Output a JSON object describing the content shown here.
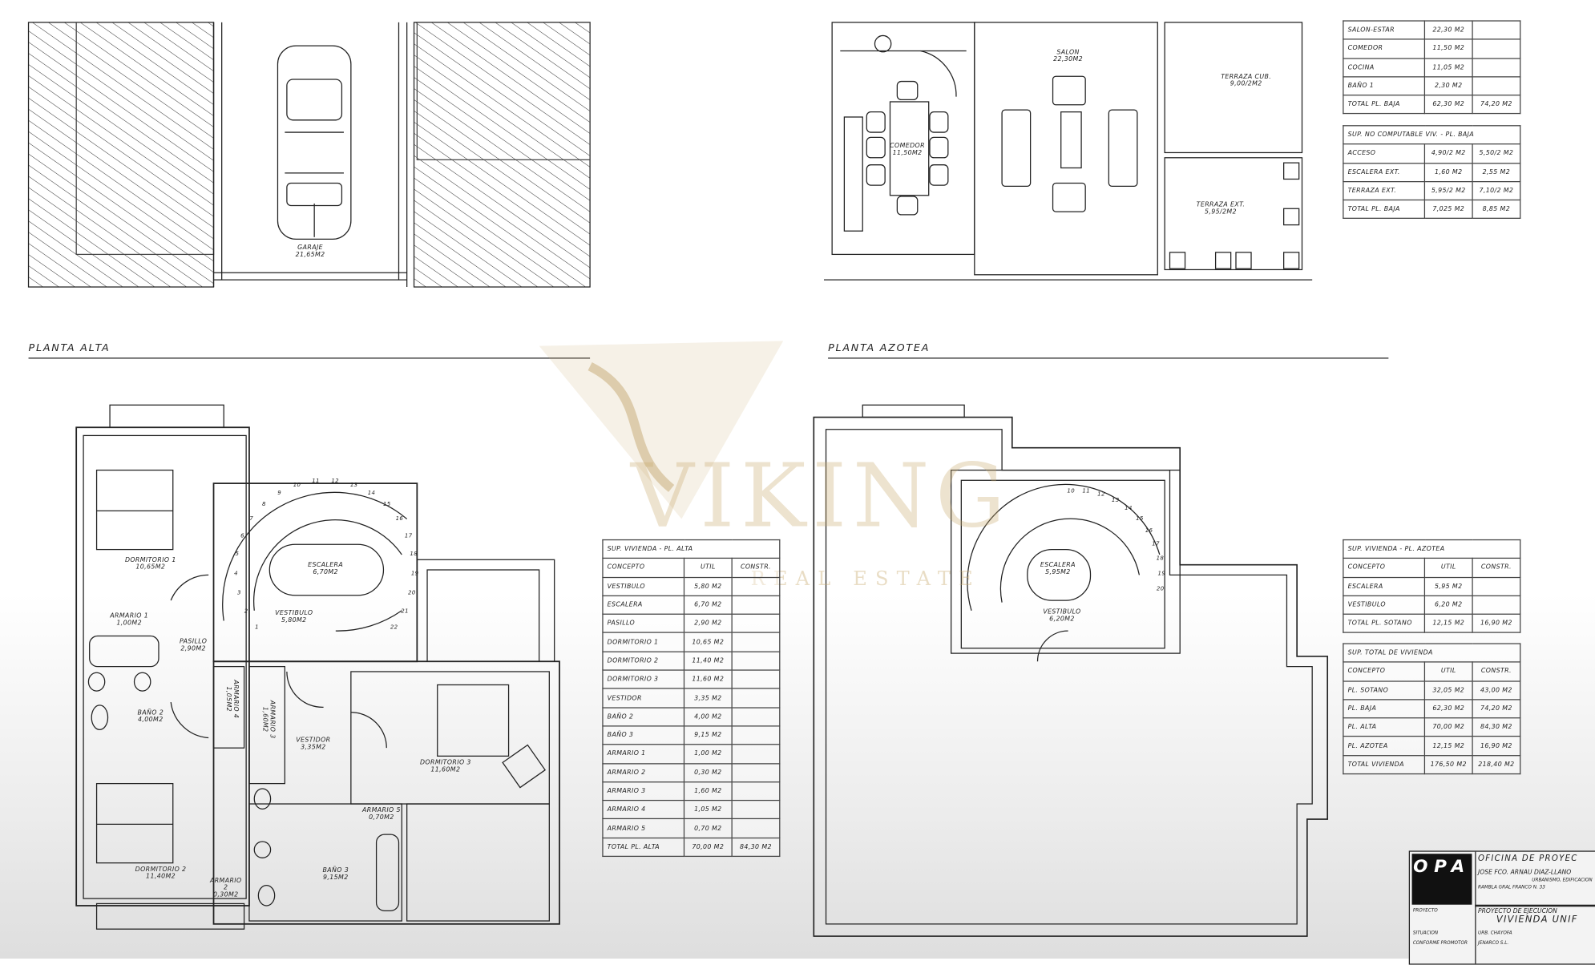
{
  "watermark": {
    "brand": "VIKING",
    "tagline": "REAL ESTATE"
  },
  "section_titles": {
    "planta_alta": "PLANTA ALTA",
    "planta_azotea": "PLANTA AZOTEA"
  },
  "rooms": {
    "garaje": [
      "GARAJE",
      "21,65M2"
    ],
    "salon": [
      "SALON",
      "22,30M2"
    ],
    "comedor": [
      "COMEDOR",
      "11,50M2"
    ],
    "terraza_cub": [
      "TERRAZA CUB.",
      "9,00/2M2"
    ],
    "terraza_ext": [
      "TERRAZA EXT.",
      "5,95/2M2"
    ],
    "dormitorio1": [
      "DORMITORIO 1",
      "10,65M2"
    ],
    "armario1": [
      "ARMARIO 1",
      "1,00M2"
    ],
    "pasillo": [
      "PASILLO",
      "2,90M2"
    ],
    "bano2": [
      "BAÑO 2",
      "4,00M2"
    ],
    "armario4": [
      "ARMARIO 4",
      "1,05M2"
    ],
    "armario3": [
      "ARMARIO 3",
      "1,60M2"
    ],
    "escalera_alta": [
      "ESCALERA",
      "6,70M2"
    ],
    "vestibulo_alta": [
      "VESTIBULO",
      "5,80M2"
    ],
    "vestidor": [
      "VESTIDOR",
      "3,35M2"
    ],
    "dormitorio3": [
      "DORMITORIO 3",
      "11,60M2"
    ],
    "armario5": [
      "ARMARIO 5",
      "0,70M2"
    ],
    "dormitorio2": [
      "DORMITORIO 2",
      "11,40M2"
    ],
    "armario2": [
      "ARMARIO",
      "2",
      "0,30M2"
    ],
    "bano3": [
      "BAÑO 3",
      "9,15M2"
    ],
    "escalera_azotea": [
      "ESCALERA",
      "5,95M2"
    ],
    "vestibulo_azotea": [
      "VESTIBULO",
      "6,20M2"
    ]
  },
  "stair_numbers_alta": [
    "1",
    "2",
    "3",
    "4",
    "5",
    "6",
    "7",
    "8",
    "9",
    "10",
    "11",
    "12",
    "13",
    "14",
    "15",
    "16",
    "17",
    "18",
    "19",
    "20",
    "21",
    "22"
  ],
  "stair_numbers_azotea": [
    "10",
    "11",
    "12",
    "13",
    "14",
    "15",
    "16",
    "17",
    "18",
    "19",
    "20"
  ],
  "tables": {
    "baja": {
      "rows": [
        [
          "SALON-ESTAR",
          "22,30 M2",
          ""
        ],
        [
          "COMEDOR",
          "11,50 M2",
          ""
        ],
        [
          "COCINA",
          "11,05 M2",
          ""
        ],
        [
          "BAÑO 1",
          "2,30 M2",
          ""
        ],
        [
          "TOTAL PL. BAJA",
          "62,30 M2",
          "74,20 M2"
        ]
      ]
    },
    "no_computable": {
      "title": "SUP. NO COMPUTABLE VIV. -  PL. BAJA",
      "rows": [
        [
          "ACCESO",
          "4,90/2 M2",
          "5,50/2 M2"
        ],
        [
          "ESCALERA EXT.",
          "1,60 M2",
          "2,55 M2"
        ],
        [
          "TERRAZA EXT.",
          "5,95/2 M2",
          "7,10/2 M2"
        ],
        [
          "TOTAL PL. BAJA",
          "7,025 M2",
          "8,85 M2"
        ]
      ]
    },
    "alta": {
      "title": "SUP. VIVIENDA -  PL. ALTA",
      "header": [
        "CONCEPTO",
        "UTIL",
        "CONSTR."
      ],
      "rows": [
        [
          "VESTIBULO",
          "5,80 M2",
          ""
        ],
        [
          "ESCALERA",
          "6,70 M2",
          ""
        ],
        [
          "PASILLO",
          "2,90 M2",
          ""
        ],
        [
          "DORMITORIO 1",
          "10,65 M2",
          ""
        ],
        [
          "DORMITORIO 2",
          "11,40 M2",
          ""
        ],
        [
          "DORMITORIO 3",
          "11,60 M2",
          ""
        ],
        [
          "VESTIDOR",
          "3,35 M2",
          ""
        ],
        [
          "BAÑO 2",
          "4,00 M2",
          ""
        ],
        [
          "BAÑO 3",
          "9,15 M2",
          ""
        ],
        [
          "ARMARIO 1",
          "1,00 M2",
          ""
        ],
        [
          "ARMARIO 2",
          "0,30 M2",
          ""
        ],
        [
          "ARMARIO 3",
          "1,60 M2",
          ""
        ],
        [
          "ARMARIO 4",
          "1,05 M2",
          ""
        ],
        [
          "ARMARIO 5",
          "0,70 M2",
          ""
        ],
        [
          "TOTAL PL. ALTA",
          "70,00 M2",
          "84,30 M2"
        ]
      ]
    },
    "azotea": {
      "title": "SUP. VIVIENDA -  PL. AZOTEA",
      "header": [
        "CONCEPTO",
        "UTIL",
        "CONSTR."
      ],
      "rows": [
        [
          "ESCALERA",
          "5,95 M2",
          ""
        ],
        [
          "VESTIBULO",
          "6,20 M2",
          ""
        ],
        [
          "TOTAL PL. SOTANO",
          "12,15 M2",
          "16,90 M2"
        ]
      ]
    },
    "total": {
      "title": "SUP. TOTAL DE VIVIENDA",
      "header": [
        "CONCEPTO",
        "UTIL",
        "CONSTR."
      ],
      "rows": [
        [
          "PL. SOTANO",
          "32,05 M2",
          "43,00 M2"
        ],
        [
          "PL. BAJA",
          "62,30 M2",
          "74,20 M2"
        ],
        [
          "PL. ALTA",
          "70,00 M2",
          "84,30 M2"
        ],
        [
          "PL. AZOTEA",
          "12,15 M2",
          "16,90 M2"
        ],
        [
          "TOTAL VIVIENDA",
          "176,50 M2",
          "218,40 M2"
        ]
      ]
    }
  },
  "title_block": {
    "logo": "OPA",
    "office": "OFICINA DE PROYEC",
    "architect": "JOSE FCO. ARNAU DIAZ-LLANO",
    "sub1": "URBANISMO, EDIFICACION",
    "sub2": "RAMBLA GRAL FRANCO N. 33",
    "label_proyecto": "PROYECTO",
    "label_situacion": "SITUACION",
    "label_promotor": "CONFORME PROMOTOR",
    "project_type": "PROYECTO DE EJECUCION",
    "project_name": "VIVIENDA UNIF",
    "situacion": "URB. CHAYOFA",
    "promotor": "JENARCO S.L."
  }
}
